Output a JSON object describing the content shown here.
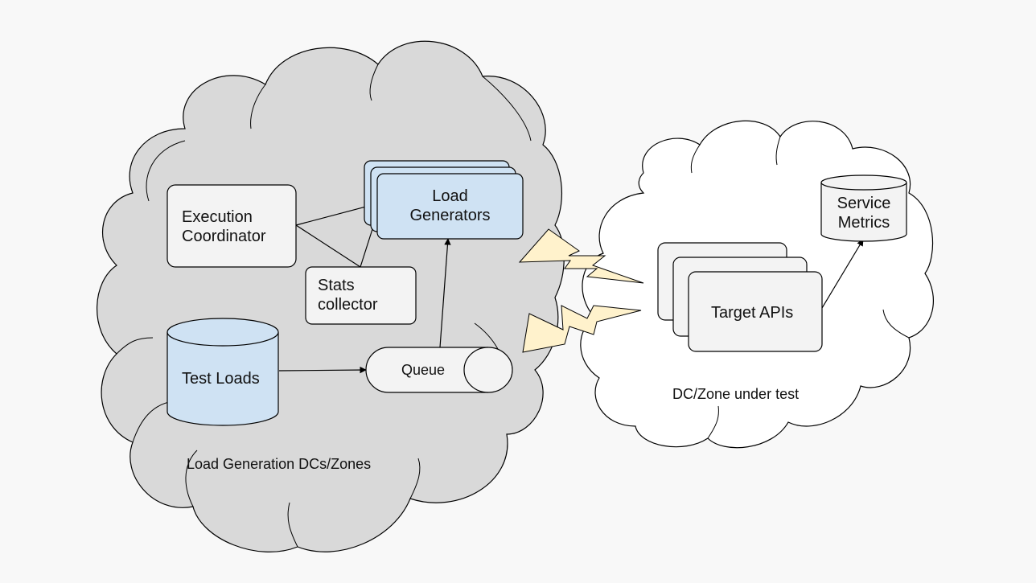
{
  "nodes": {
    "execution_coordinator": "Execution\nCoordinator",
    "load_generators": "Load\nGenerators",
    "stats_collector": "Stats\ncollector",
    "test_loads": "Test Loads",
    "queue": "Queue",
    "target_apis": "Target APIs",
    "service_metrics": "Service\nMetrics"
  },
  "regions": {
    "load_generation": "Load Generation DCs/Zones",
    "zone_under_test": "DC/Zone under test"
  },
  "colors": {
    "background": "#f8f8f8",
    "left_cloud": "#d9d9d9",
    "right_cloud": "#ffffff",
    "box_fill": "#f3f3f3",
    "highlight_fill": "#cfe2f3",
    "lightning_fill": "#fff2cc",
    "stroke": "#000000"
  }
}
